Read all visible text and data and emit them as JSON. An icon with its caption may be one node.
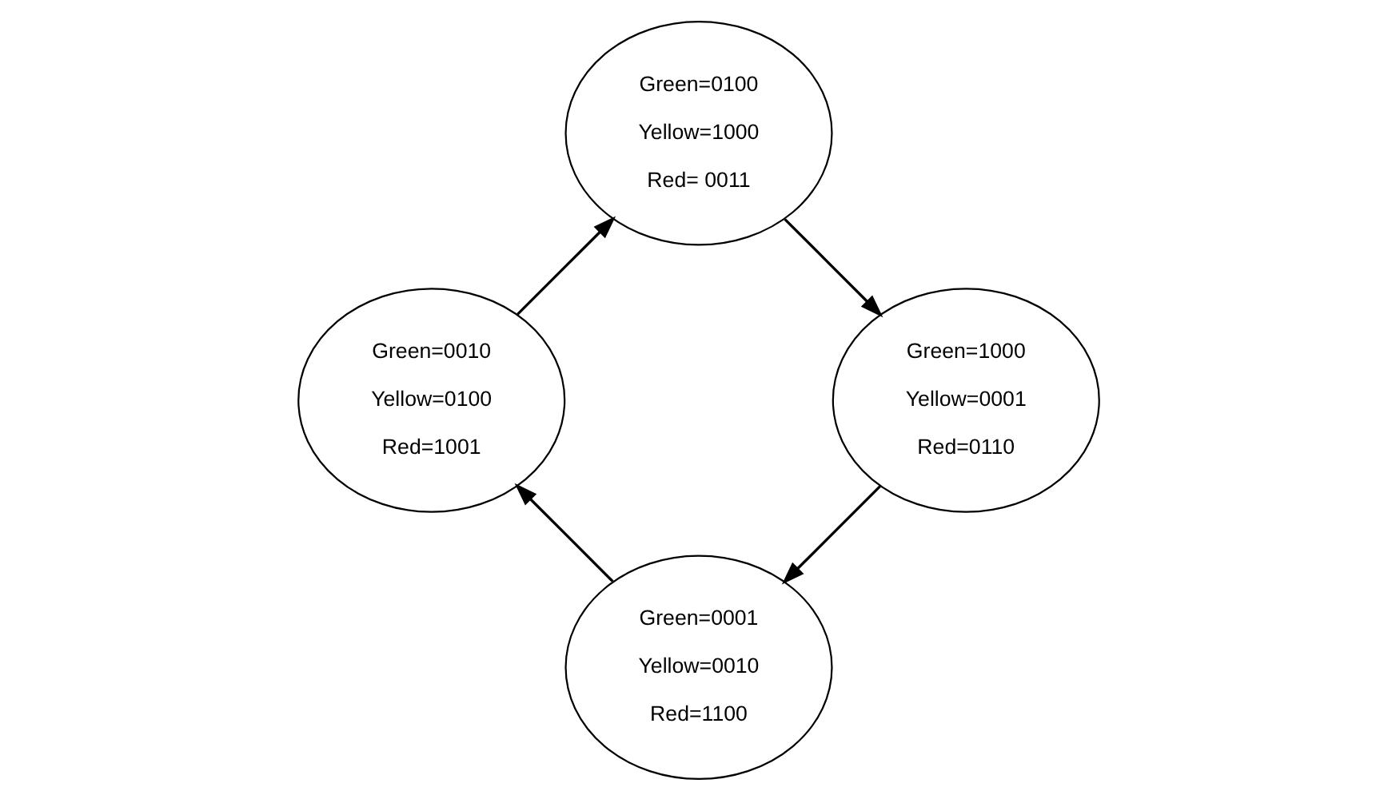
{
  "diagram": {
    "nodes": [
      {
        "text": [
          "Green=0001",
          "Yellow=0010",
          "Red=1100"
        ]
      },
      {
        "text": [
          "Green=1000",
          "Yellow=0001",
          "Red=0110"
        ]
      },
      {
        "text": [
          "Green=0010",
          "Yellow=0100",
          "Red=1001"
        ]
      },
      {
        "text": [
          "Green=0100",
          "Yellow=1000",
          "Red= 0011"
        ]
      }
    ],
    "edges": [
      {
        "from": 0,
        "to": 2,
        "arrow": "to"
      },
      {
        "from": 2,
        "to": 3,
        "arrow": "to"
      },
      {
        "from": 3,
        "to": 1,
        "arrow": "to"
      },
      {
        "from": 1,
        "to": 0,
        "arrow": "to"
      }
    ]
  }
}
